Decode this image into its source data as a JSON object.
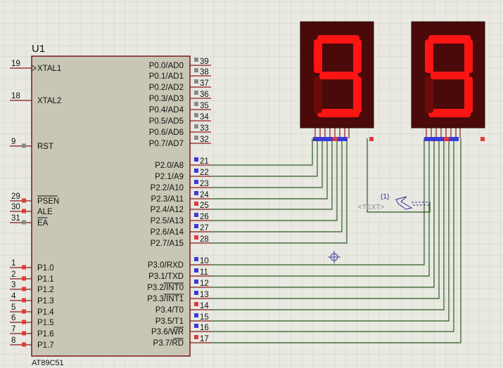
{
  "theme": {
    "background": "#e9e9e2",
    "grid": "#cfd1c6",
    "chip_fill": "#c8c6b4",
    "chip_border": "#7a1a1a",
    "wire": "#2f5a22",
    "lead": "#8a1a1a",
    "digital_high": "#e13a3a",
    "digital_low": "#3b3bd6",
    "display_body": "#4a0a0a",
    "segment_on": "#ff1414",
    "segment_off": "#6d0a0a"
  },
  "chip": {
    "reference": "U1",
    "part": "AT89C51",
    "left_pins": [
      {
        "num": "19",
        "name": "XTAL1",
        "state": "none",
        "clock": true
      },
      {
        "num": "18",
        "name": "XTAL2",
        "state": "none"
      },
      {
        "num": "9",
        "name": "RST",
        "state": "off"
      },
      {
        "num": "29",
        "name": "PSEN",
        "state": "high",
        "overline": true
      },
      {
        "num": "30",
        "name": "ALE",
        "state": "high"
      },
      {
        "num": "31",
        "name": "EA",
        "state": "off",
        "overline": true
      },
      {
        "num": "1",
        "name": "P1.0",
        "state": "high"
      },
      {
        "num": "2",
        "name": "P1.1",
        "state": "high"
      },
      {
        "num": "3",
        "name": "P1.2",
        "state": "high"
      },
      {
        "num": "4",
        "name": "P1.3",
        "state": "high"
      },
      {
        "num": "5",
        "name": "P1.4",
        "state": "high"
      },
      {
        "num": "6",
        "name": "P1.5",
        "state": "high"
      },
      {
        "num": "7",
        "name": "P1.6",
        "state": "high"
      },
      {
        "num": "8",
        "name": "P1.7",
        "state": "high"
      }
    ],
    "right_pins": [
      {
        "num": "39",
        "name": "P0.0/AD0",
        "state": "off"
      },
      {
        "num": "38",
        "name": "P0.1/AD1",
        "state": "off"
      },
      {
        "num": "37",
        "name": "P0.2/AD2",
        "state": "off"
      },
      {
        "num": "36",
        "name": "P0.3/AD3",
        "state": "off"
      },
      {
        "num": "35",
        "name": "P0.4/AD4",
        "state": "off"
      },
      {
        "num": "34",
        "name": "P0.5/AD5",
        "state": "off"
      },
      {
        "num": "33",
        "name": "P0.6/AD6",
        "state": "off"
      },
      {
        "num": "32",
        "name": "P0.7/AD7",
        "state": "off"
      },
      {
        "num": "21",
        "name": "P2.0/A8",
        "state": "low"
      },
      {
        "num": "22",
        "name": "P2.1/A9",
        "state": "low"
      },
      {
        "num": "23",
        "name": "P2.2/A10",
        "state": "low"
      },
      {
        "num": "24",
        "name": "P2.3/A11",
        "state": "low"
      },
      {
        "num": "25",
        "name": "P2.4/A12",
        "state": "high"
      },
      {
        "num": "26",
        "name": "P2.5/A13",
        "state": "low"
      },
      {
        "num": "27",
        "name": "P2.6/A14",
        "state": "low"
      },
      {
        "num": "28",
        "name": "P2.7/A15",
        "state": "high"
      },
      {
        "num": "10",
        "name": "P3.0/RXD",
        "state": "low"
      },
      {
        "num": "11",
        "name": "P3.1/TXD",
        "state": "low"
      },
      {
        "num": "12",
        "name": "P3.2/INT0",
        "state": "low",
        "overline_part": "INT0"
      },
      {
        "num": "13",
        "name": "P3.3/INT1",
        "state": "low",
        "overline_part": "INT1"
      },
      {
        "num": "14",
        "name": "P3.4/T0",
        "state": "high"
      },
      {
        "num": "15",
        "name": "P3.5/T1",
        "state": "low"
      },
      {
        "num": "16",
        "name": "P3.6/WR",
        "state": "low",
        "overline_part": "WR"
      },
      {
        "num": "17",
        "name": "P3.7/RD",
        "state": "high",
        "overline_part": "RD"
      }
    ]
  },
  "displays": [
    {
      "digit": "9",
      "segments": {
        "a": true,
        "b": true,
        "c": true,
        "d": true,
        "e": false,
        "f": true,
        "g": true
      },
      "pin_states": [
        "low",
        "low",
        "low",
        "low",
        "high",
        "low",
        "low",
        "off"
      ]
    },
    {
      "digit": "9",
      "segments": {
        "a": true,
        "b": true,
        "c": true,
        "d": true,
        "e": false,
        "f": true,
        "g": true
      },
      "pin_states": [
        "low",
        "low",
        "low",
        "low",
        "high",
        "low",
        "low",
        "off"
      ]
    }
  ],
  "text_label": {
    "index": "(1)",
    "placeholder": "<TEXT>"
  }
}
